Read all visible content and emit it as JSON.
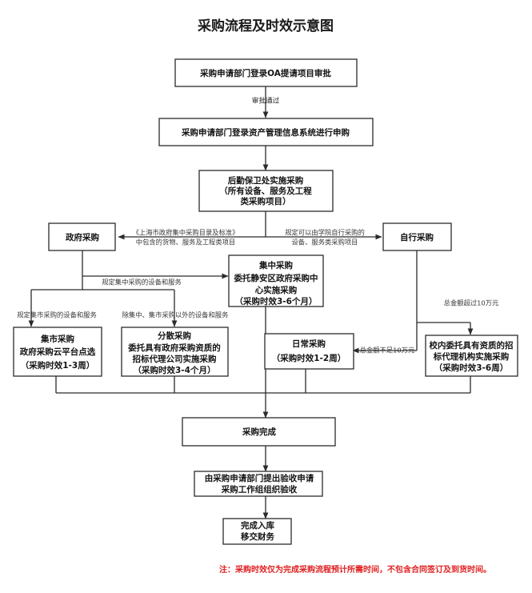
{
  "diagram": {
    "title": "采购流程及时效示意图",
    "note": "注：采购时效仅为完成采购流程预计所需时间，不包含合同签订及到货时间。",
    "note_color": "#e02020",
    "line_color": "#2b2b2b",
    "box_fill": "#ffffff",
    "background": "#ffffff"
  },
  "nodes": {
    "oa_apply": {
      "line1": "采购申请部门登录OA提请项目审批"
    },
    "asset_system": {
      "line1": "采购申请部门登录资产管理信息系统进行申购"
    },
    "logistics": {
      "line1": "后勤保卫处实施采购",
      "line2": "（所有设备、服务及工程",
      "line3": "类采购项目）"
    },
    "gov_purchase": {
      "line1": "政府采购"
    },
    "self_purchase": {
      "line1": "自行采购"
    },
    "centralized": {
      "line1": "集中采购",
      "line2": "委托静安区政府采购中",
      "line3": "心实施采购",
      "line4": "（采购时效3-6个月）"
    },
    "market": {
      "line1": "集市采购",
      "line2": "政府采购云平台点选",
      "line3": "（采购时效1-3周）"
    },
    "decentralized": {
      "line1": "分散采购",
      "line2": "委托具有政府采购资质的",
      "line3": "招标代理公司实施采购",
      "line4": "（采购时效3-4个月）"
    },
    "daily": {
      "line1": "日常采购",
      "line2": "（采购时效1-2周）"
    },
    "campus_agency": {
      "line1": "校内委托具有资质的招",
      "line2": "标代理机构实施采购",
      "line3": "（采购时效3-6周）"
    },
    "complete": {
      "line1": "采购完成"
    },
    "acceptance": {
      "line1": "由采购申请部门提出验收申请",
      "line2": "采购工作组组织验收"
    },
    "warehouse": {
      "line1": "完成入库",
      "line2": "移交财务"
    }
  },
  "edges": {
    "approval_passed": "审批通过",
    "gov_catalog_line1": "《上海市政府集中采购目录及标准》",
    "gov_catalog_line2": "中包含的货物、服务及工程类项目",
    "self_rule_line1": "规定可以由学院自行采购的",
    "self_rule_line2": "设备、服务类采购项目",
    "centralized_rule": "规定集中采购的设备和服务",
    "market_rule": "规定集市采购的设备和服务",
    "other_rule": "除集中、集市采购以外的设备和服务",
    "amount_over": "总金额超过10万元",
    "amount_under": "总金额不足10万元"
  }
}
